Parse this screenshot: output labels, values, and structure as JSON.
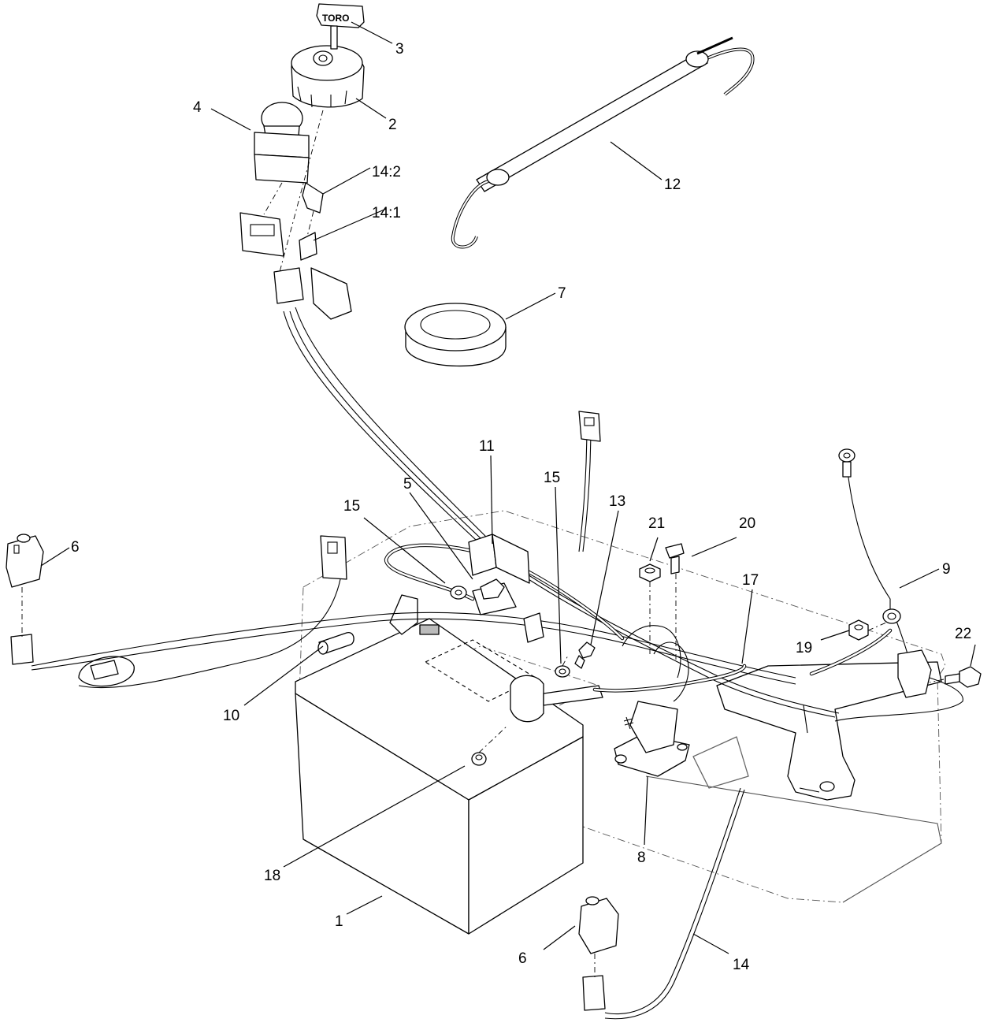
{
  "diagram": {
    "brand_logo_text": "TORO",
    "callouts": [
      {
        "id": "c1",
        "label": "1"
      },
      {
        "id": "c2",
        "label": "2"
      },
      {
        "id": "c3",
        "label": "3"
      },
      {
        "id": "c4",
        "label": "4"
      },
      {
        "id": "c5",
        "label": "5"
      },
      {
        "id": "c6a",
        "label": "6"
      },
      {
        "id": "c6b",
        "label": "6"
      },
      {
        "id": "c7",
        "label": "7"
      },
      {
        "id": "c8",
        "label": "8"
      },
      {
        "id": "c9",
        "label": "9"
      },
      {
        "id": "c10",
        "label": "10"
      },
      {
        "id": "c11",
        "label": "11"
      },
      {
        "id": "c12",
        "label": "12"
      },
      {
        "id": "c13",
        "label": "13"
      },
      {
        "id": "c14",
        "label": "14"
      },
      {
        "id": "c14-1",
        "label": "14:1"
      },
      {
        "id": "c14-2",
        "label": "14:2"
      },
      {
        "id": "c15a",
        "label": "15"
      },
      {
        "id": "c15b",
        "label": "15"
      },
      {
        "id": "c17",
        "label": "17"
      },
      {
        "id": "c18",
        "label": "18"
      },
      {
        "id": "c19",
        "label": "19"
      },
      {
        "id": "c20",
        "label": "20"
      },
      {
        "id": "c21",
        "label": "21"
      },
      {
        "id": "c22",
        "label": "22"
      }
    ]
  }
}
